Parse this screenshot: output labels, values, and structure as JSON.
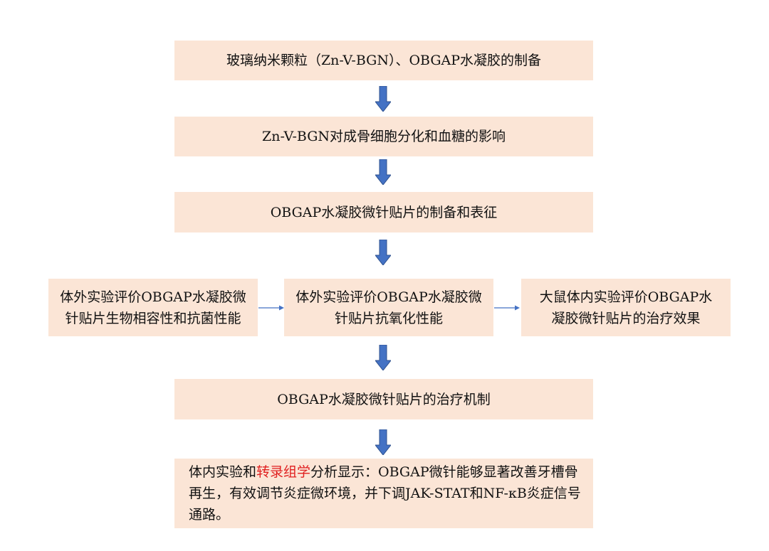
{
  "steps": {
    "s1": "玻璃纳米颗粒（Zn-V-BGN）、OBGAP水凝胶的制备",
    "s2": "Zn-V-BGN对成骨细胞分化和血糖的影响",
    "s3": "OBGAP水凝胶微针贴片的制备和表征",
    "left_box": "体外实验评价OBGAP水凝胶微针贴片生物相容性和抗菌性能",
    "mid_box": "体外实验评价OBGAP水凝胶微针贴片抗氧化性能",
    "right_box": "大鼠体内实验评价OBGAP水凝胶微针贴片的治疗效果",
    "s5": "OBGAP水凝胶微针贴片的治疗机制",
    "s6_pre": "体内实验和",
    "s6_highlight": "转录组学",
    "s6_post": "分析显示：OBGAP微针能够显著改善牙槽骨再生，有效调节炎症微环境，并下调JAK-STAT和NF-κB炎症信号通路。"
  },
  "colors": {
    "box_fill": "#fbe5d6",
    "arrow_fill": "#4472c4",
    "arrow_stroke": "#2f528f",
    "highlight": "#e02020"
  }
}
